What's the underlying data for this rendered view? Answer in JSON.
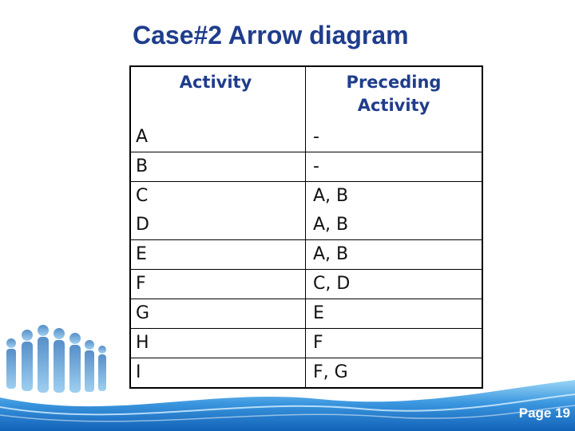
{
  "slide": {
    "title": "Case#2 Arrow diagram",
    "page_label": "Page 19"
  },
  "table": {
    "headers": [
      "Activity",
      "Preceding Activity"
    ],
    "rows": [
      [
        "A",
        "-"
      ],
      [
        "B",
        "-"
      ],
      [
        "C",
        "A, B"
      ],
      [
        "D",
        "A, B"
      ],
      [
        "E",
        "A, B"
      ],
      [
        "F",
        "C, D"
      ],
      [
        "G",
        "E"
      ],
      [
        "H",
        "F"
      ],
      [
        "I",
        "F, G"
      ]
    ]
  },
  "colors": {
    "title": "#1f3d8c",
    "header_text": "#1f3d8c",
    "footer_blue": "#1a6fc4",
    "footer_light": "#8fd0f5"
  },
  "decorations": {
    "footer": "blue-wave-band",
    "people": "business-team-silhouette-image"
  }
}
